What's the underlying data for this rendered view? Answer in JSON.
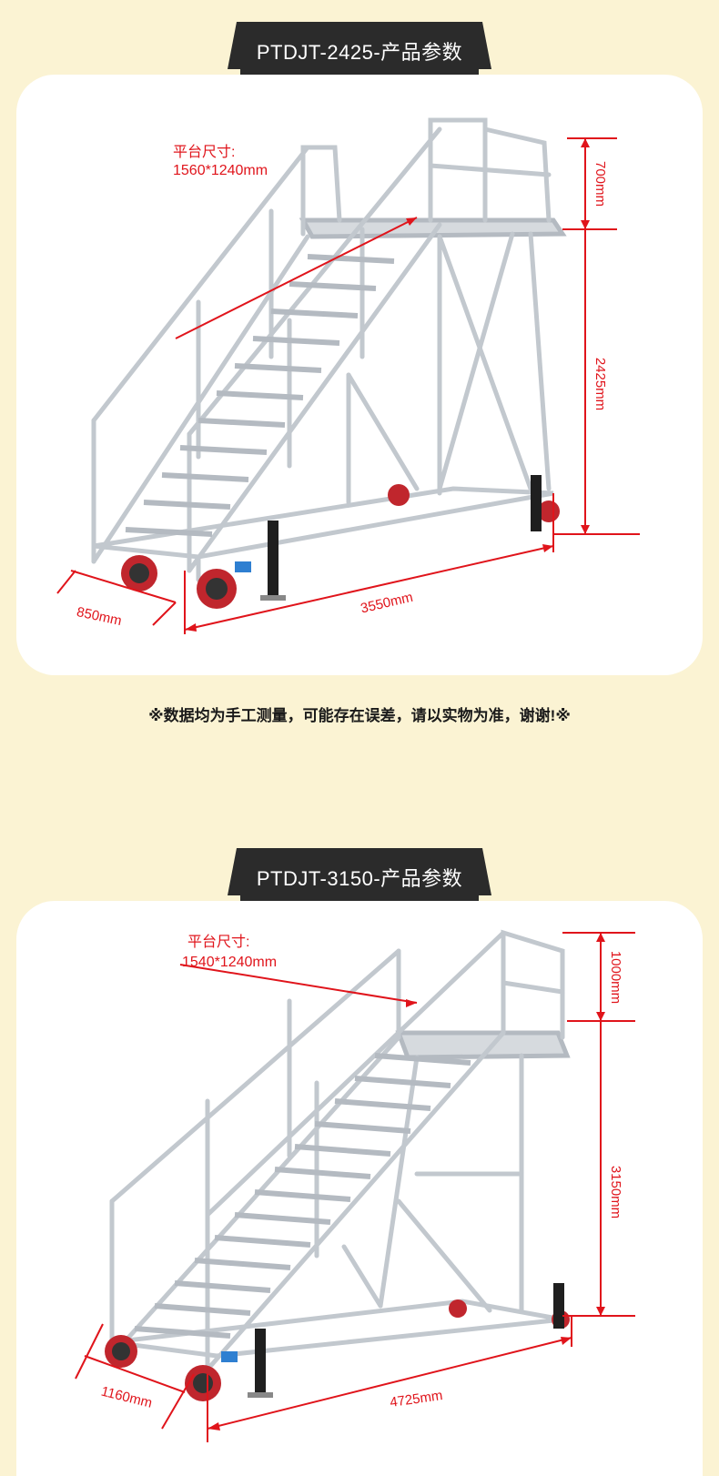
{
  "sections": [
    {
      "title": "PTDJT-2425-产品参数",
      "platform_label": "平台尺寸:",
      "platform_size": "1560*1240mm",
      "railing_height": "700mm",
      "platform_height": "2425mm",
      "width": "850mm",
      "length": "3550mm"
    },
    {
      "title": "PTDJT-3150-产品参数",
      "platform_label": "平台尺寸:",
      "platform_size": "1540*1240mm",
      "railing_height": "1000mm",
      "platform_height": "3150mm",
      "width": "1160mm",
      "length": "4725mm"
    }
  ],
  "disclaimer": "※数据均为手工测量，可能存在误差，请以实物为准，谢谢!※",
  "colors": {
    "background": "#fbf3d3",
    "card": "#ffffff",
    "tab": "#2b2b2b",
    "dimension": "#e0141b",
    "metal": "#c9ced4"
  }
}
